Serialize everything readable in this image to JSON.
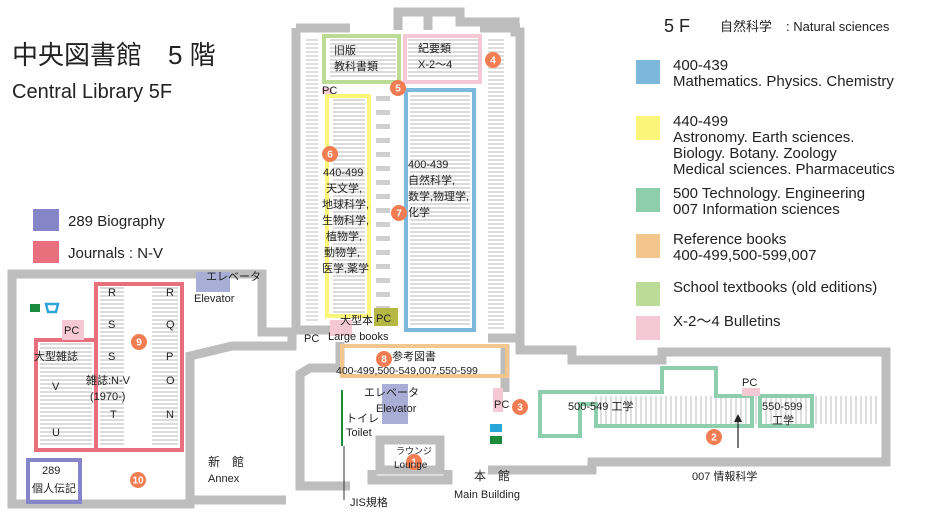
{
  "title": {
    "ja": "中央図書館　5 階",
    "en": "Central Library 5F"
  },
  "floor_header": {
    "floor": "5 F",
    "ja": "自然科学",
    "en": ": Natural sciences"
  },
  "legend": [
    {
      "swatch": "#7cb8dc",
      "lines": [
        "400-439",
        "Mathematics. Physics. Chemistry"
      ]
    },
    {
      "swatch": "#fbf67a",
      "lines": [
        "440-499",
        "Astronomy. Earth sciences.",
        "Biology. Botany. Zoology",
        "Medical sciences. Pharmaceutics"
      ]
    },
    {
      "swatch": "#8dcfad",
      "lines": [
        "500 Technology. Engineering",
        "007 Information sciences"
      ]
    },
    {
      "swatch": "#f2c68d",
      "lines": [
        "Reference books",
        "400-499,500-599,007"
      ]
    },
    {
      "swatch": "#bcdb97",
      "lines": [
        "School textbooks (old editions)"
      ]
    },
    {
      "swatch": "#f5c8d6",
      "lines": [
        "X-2～4  Bulletins"
      ]
    }
  ],
  "left_legend": [
    {
      "swatch": "#8585c8",
      "label": "289 Biography"
    },
    {
      "swatch": "#e8707d",
      "label": "Journals : N-V"
    }
  ],
  "colors": {
    "blue": "#7cb8dc",
    "yellow": "#fbf67a",
    "green": "#8dcfad",
    "orange": "#f2c68d",
    "lightgreen": "#bcdb97",
    "pink": "#f5c8d6",
    "purple": "#8585c8",
    "red": "#e8707d",
    "wall": "#bdbdbd",
    "badge": "#f27d52",
    "elevator": "#a9aed6",
    "pc": "#f5c8d6",
    "pc_green": "#b6b846"
  },
  "areas": {
    "old_textbooks": [
      "旧版",
      "教科書類"
    ],
    "bulletins": [
      "紀要類",
      "X-2～4"
    ],
    "sec_440": [
      "440-499",
      "天文学,",
      "地球科学,",
      "生物科学,",
      "植物学,",
      "動物学,",
      "医学,薬学"
    ],
    "sec_400": [
      "400-439",
      "自然科学,",
      "数学,物理学,",
      "化学"
    ],
    "large_books": {
      "ja": "大型本",
      "en": "Large books"
    },
    "reference": {
      "ja": "参考図書",
      "range": "400-499,500-549,007,550-599"
    },
    "sec_500": "500-549 工学",
    "sec_550": [
      "550-599",
      "工学"
    ],
    "info_sci": "007 情報科学",
    "elevator_main": {
      "ja": "エレベータ",
      "en": "Elevator"
    },
    "elevator_annex": {
      "ja": "エレベータ",
      "en": "Elevator"
    },
    "toilet": {
      "ja": "トイレ",
      "en": "Toilet"
    },
    "lounge": {
      "ja": "ラウンジ",
      "en": "Lounge"
    },
    "main_building": {
      "ja": "本　館",
      "en": "Main Building"
    },
    "annex": {
      "ja": "新　館",
      "en": "Annex"
    },
    "jis": "JIS規格",
    "journals": {
      "ja": "雑誌:N-V",
      "years": "(1970-)"
    },
    "large_journals": "大型雑誌",
    "biography": [
      "289",
      "個人伝記"
    ],
    "journal_letters": [
      "R",
      "R",
      "S",
      "Q",
      "S",
      "P",
      "O",
      "T",
      "N",
      "V",
      "U"
    ],
    "pc": "PC"
  },
  "badges": [
    "1",
    "2",
    "3",
    "4",
    "5",
    "6",
    "7",
    "8",
    "9",
    "10"
  ]
}
